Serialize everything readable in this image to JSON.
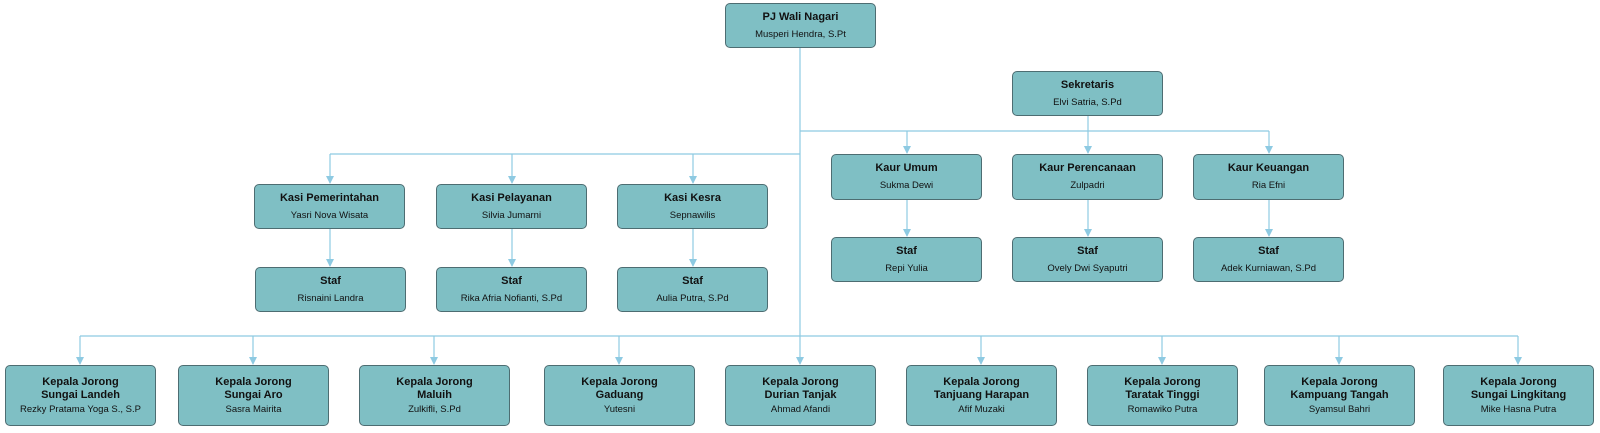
{
  "colors": {
    "box_fill": "#7fbfc4",
    "box_border": "#4d6d72",
    "connector": "#8ecae2"
  },
  "head": {
    "title": "PJ Wali Nagari",
    "name": "Musperi Hendra, S.Pt"
  },
  "secretary": {
    "title": "Sekretaris",
    "name": "Elvi Satria, S.Pd"
  },
  "kasi": [
    {
      "title": "Kasi Pemerintahan",
      "name": "Yasri Nova Wisata",
      "staff": {
        "title": "Staf",
        "name": "Risnaini Landra"
      }
    },
    {
      "title": "Kasi Pelayanan",
      "name": "Silvia Jumarni",
      "staff": {
        "title": "Staf",
        "name": "Rika Afria Nofianti, S.Pd"
      }
    },
    {
      "title": "Kasi Kesra",
      "name": "Sepnawilis",
      "staff": {
        "title": "Staf",
        "name": "Aulia Putra, S.Pd"
      }
    }
  ],
  "kaur": [
    {
      "title": "Kaur Umum",
      "name": "Sukma Dewi",
      "staff": {
        "title": "Staf",
        "name": "Repi Yulia"
      }
    },
    {
      "title": "Kaur Perencanaan",
      "name": "Zulpadri",
      "staff": {
        "title": "Staf",
        "name": "Ovely Dwi Syaputri"
      }
    },
    {
      "title": "Kaur Keuangan",
      "name": "Ria Efni",
      "staff": {
        "title": "Staf",
        "name": "Adek Kurniawan, S.Pd"
      }
    }
  ],
  "jorong": [
    {
      "title": "Kepala Jorong\nSungai Landeh",
      "name": "Rezky Pratama Yoga S., S.P"
    },
    {
      "title": "Kepala Jorong\nSungai Aro",
      "name": "Sasra Mairita"
    },
    {
      "title": "Kepala Jorong\nMaluih",
      "name": "Zulkifli, S.Pd"
    },
    {
      "title": "Kepala Jorong\nGaduang",
      "name": "Yutesni"
    },
    {
      "title": "Kepala Jorong\nDurian Tanjak",
      "name": "Ahmad Afandi"
    },
    {
      "title": "Kepala Jorong\nTanjuang Harapan",
      "name": "Afif Muzaki"
    },
    {
      "title": "Kepala Jorong\nTaratak Tinggi",
      "name": "Romawiko Putra"
    },
    {
      "title": "Kepala Jorong\nKampuang Tangah",
      "name": "Syamsul Bahri"
    },
    {
      "title": "Kepala Jorong\nSungai Lingkitang",
      "name": "Mike Hasna Putra"
    }
  ]
}
